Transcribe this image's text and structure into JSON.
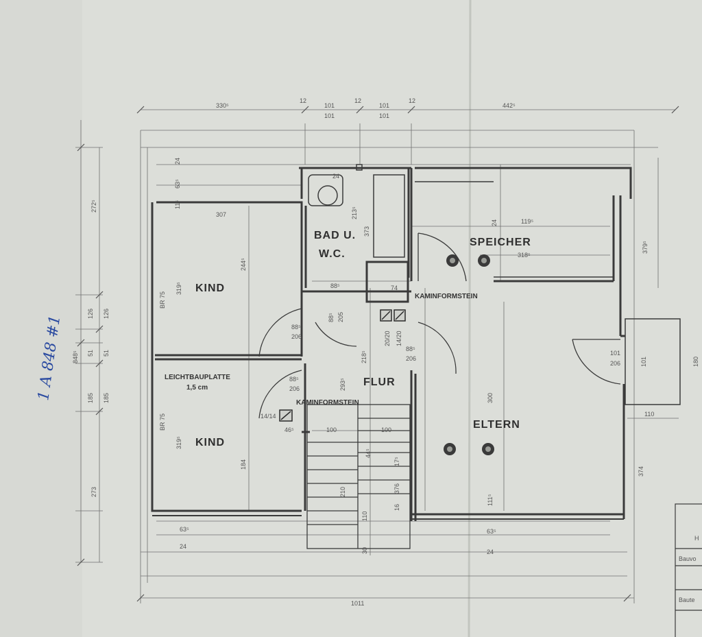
{
  "colors": {
    "paper": "#dcded9",
    "paper_shade": "#c9ccc6",
    "wall": "#3a3a3a",
    "dim_line": "#6f6f6f",
    "handwriting": "#2a4aa0"
  },
  "rooms": {
    "kind_top": "KIND",
    "kind_bottom": "KIND",
    "bad_line1": "BAD U.",
    "bad_line2": "W.C.",
    "speicher": "SPEICHER",
    "flur": "FLUR",
    "eltern": "ELTERN"
  },
  "notes": {
    "leichtbauplatte": "LEICHTBAUPLATTE",
    "leichtbauplatte_size": "1,5 cm",
    "kaminformstein_upper": "KAMINFORMSTEIN",
    "kaminformstein_lower": "KAMINFORMSTEIN"
  },
  "handwriting": {
    "margin_note": "1 A 848 #1"
  },
  "dimensions": {
    "top_left": "330⁵",
    "top_12a": "12",
    "top_101a": "101",
    "top_101a_b": "101",
    "top_12b": "12",
    "top_101b": "101",
    "top_101b_b": "101",
    "top_12c": "12",
    "top_right": "442⁵",
    "bottom_total": "1011",
    "left_total": "848⁵",
    "left_2725": "272⁵",
    "left_273": "273",
    "left_126a": "126",
    "left_126b": "126",
    "left_51a": "51",
    "left_51b": "51",
    "left_185a": "185",
    "left_185b": "185",
    "kind_width": "307",
    "kind_height_top": "319⁵",
    "kind_height_bottom": "319⁵",
    "kind_inner_top": "244⁵",
    "kind_inner_bottom": "184",
    "bad_dim": "213⁵",
    "bad_373": "373",
    "bad_885": "88⁵",
    "bad_24": "24",
    "door_kind_a": "88⁵",
    "door_kind_a_h": "206",
    "door_kind_b": "88⁵",
    "door_kind_b_h": "206",
    "door_bad": "88⁵",
    "door_bad_h": "205",
    "door_flur": "88⁵",
    "door_flur_h": "206",
    "door_eltern": "101",
    "door_eltern_h": "206",
    "speicher_1195": "119⁵",
    "speicher_24": "24",
    "speicher_3185": "318⁵",
    "speicher_3795": "379⁵",
    "eltern_300": "300",
    "eltern_374": "374",
    "eltern_1115": "111⁵",
    "eltern_110": "110",
    "eltern_101": "101",
    "eltern_right": "180",
    "flur_2185": "218⁵",
    "flur_2935": "293⁵",
    "stair_100a": "100",
    "stair_100b": "100",
    "stair_175": "17⁵",
    "stair_376": "376",
    "stair_16": "16",
    "stair_110": "110",
    "stair_30": "30",
    "stair_210": "210",
    "stair_445": "44⁵",
    "kamin_1414": "14/14",
    "kamin_465": "46⁵",
    "kamin_74": "74",
    "kamin_2020": "20/20",
    "kamin_1420": "14/20",
    "bottom_635a": "63⁵",
    "bottom_635b": "63⁵",
    "bottom_24a": "24",
    "bottom_24b": "24",
    "top_24a": "24",
    "top_635": "63⁵",
    "top_115": "11⁵",
    "br_75a": "BR 75",
    "br_75b": "BR 75"
  },
  "title_block": {
    "line1": "H",
    "line2": "Bauvo",
    "line3": "Baute"
  }
}
